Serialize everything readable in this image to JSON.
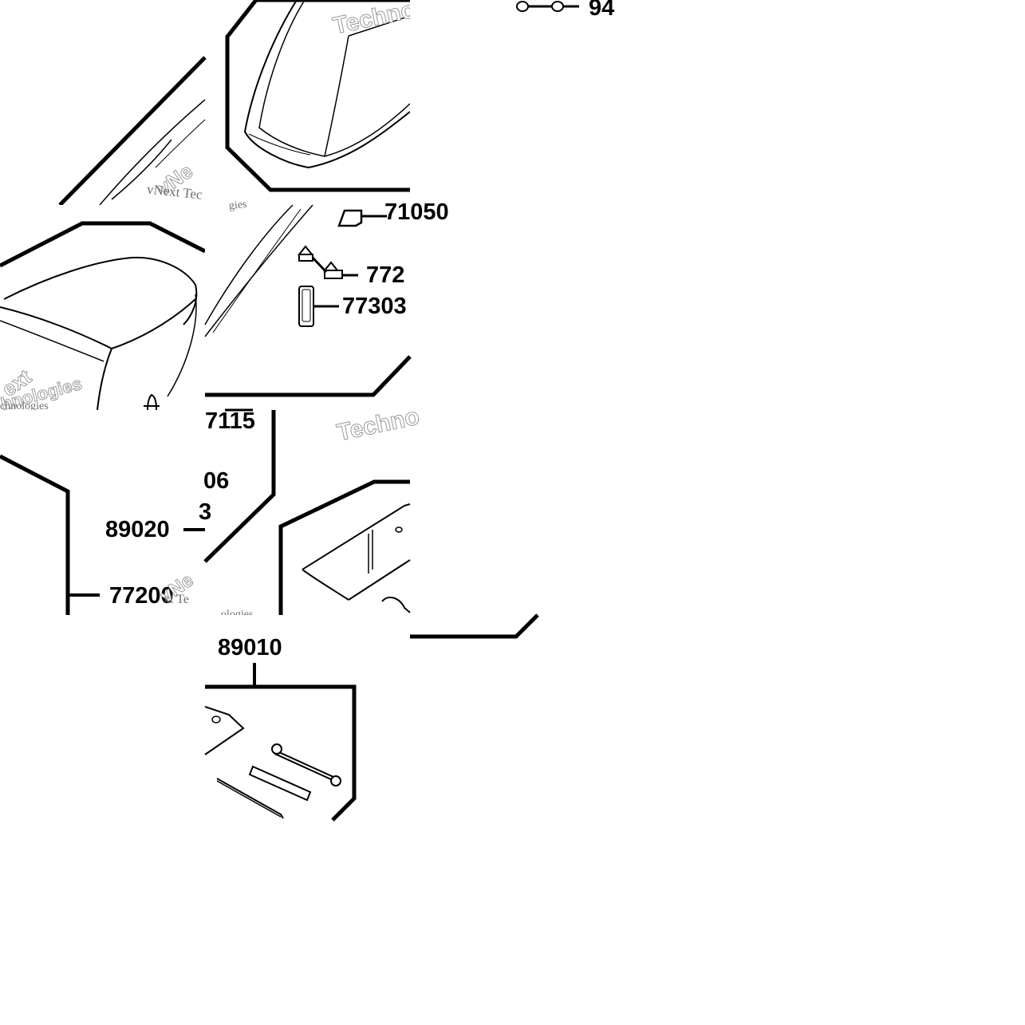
{
  "diagram": {
    "part_numbers": {
      "p94": "94",
      "p71050": "71050",
      "p7720x": "772",
      "p77303": "77303",
      "p7115": "7115",
      "p06": "06",
      "p3": "3",
      "p89020": "89020",
      "p77200": "77200",
      "p89010": "89010"
    },
    "watermarks": {
      "brand_plain": "vNext Tec",
      "techno_a": "Techno",
      "techno_b": "Techno",
      "vnext_a": "vNe",
      "vnext_b": "ext",
      "technologies_a": "hnologies",
      "technologies_b": "chnologies",
      "brand_plain_b": "xt Te",
      "ologies": "ologies",
      "gies": "gies"
    },
    "colors": {
      "line": "#000000",
      "watermark": "#9a9a9a",
      "background": "#ffffff"
    }
  }
}
